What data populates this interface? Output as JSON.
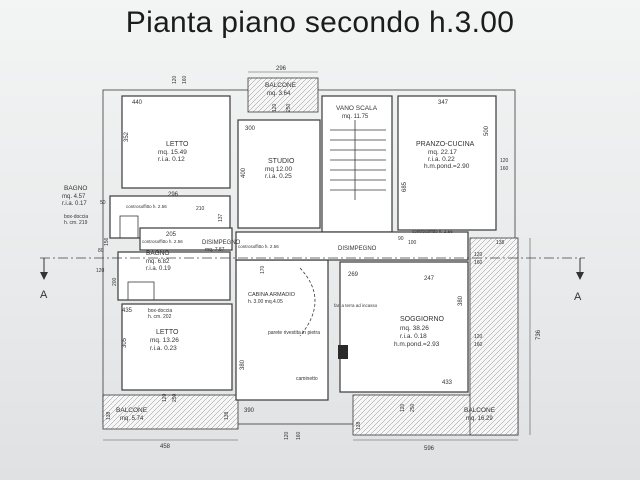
{
  "title": "Pianta piano secondo h.3.00",
  "section_marks": [
    "A",
    "A"
  ],
  "rooms": {
    "letto1": {
      "name": "LETTO",
      "area": "mq. 15.49",
      "ria": "r.i.a. 0.12"
    },
    "balcone_top": {
      "name": "BALCONE",
      "area": "mq. 3.64"
    },
    "studio": {
      "name": "STUDIO",
      "area": "mq 12.00",
      "ria": "r.i.a. 0.25"
    },
    "vano_scala": {
      "name": "VANO SCALA",
      "area": "mq. 11.75"
    },
    "pranzo": {
      "name": "PRANZO-CUCINA",
      "area": "mq. 22.17",
      "ria": "r.i.a. 0.22",
      "hm": "h.m.pond.=2.90"
    },
    "bagno1": {
      "name": "BAGNO",
      "area": "mq. 4.57",
      "ria": "r.i.a. 0.17",
      "box": "box-doccia",
      "box_h": "h. cm. 219"
    },
    "bagno2": {
      "name": "BAGNO",
      "area": "mq. 6.82",
      "ria": "r.i.a. 0.19",
      "box": "box-doccia",
      "box_h": "h. cm. 202"
    },
    "disimpegno1": {
      "name": "DISIMPEGNO",
      "area": "mq. 7.87"
    },
    "disimpegno2": {
      "name": "DISIMPEGNO"
    },
    "cabina": {
      "name": "CABINA ARMADIO",
      "area": "h. 3.00  mq.4.05"
    },
    "letto2": {
      "name": "LETTO",
      "area": "mq. 13.26",
      "ria": "r.i.a. 0.23"
    },
    "soggiorno": {
      "name": "SOGGIORNO",
      "area": "mq. 38.26",
      "ria": "r.i.a. 0.18",
      "hm": "h.m.pond.=2.93"
    },
    "balcone_bl": {
      "name": "BALCONE",
      "area": "mq. 5.74"
    },
    "balcone_br": {
      "name": "BALCONE",
      "area": "mq. 16.29"
    }
  },
  "notes": {
    "contro1": "controsoffitto h. 2.56",
    "contro2": "controsoffitto h. 2.56",
    "contro3": "controsoffitto h. 2.56",
    "contro4": "controsoffitto h. 2.56",
    "fari": "fari a terra ad incasso",
    "parete": "parete rivestita in pietra",
    "camino": "caminetto"
  },
  "dims": {
    "d296": "296",
    "d440": "440",
    "d347": "347",
    "d300": "300",
    "d352": "352",
    "d400": "400",
    "d500": "500",
    "d685": "685",
    "d296b": "296",
    "d205": "205",
    "d247": "247",
    "d269": "269",
    "d435": "435",
    "d305": "305",
    "d380": "380",
    "d380b": "380",
    "d433": "433",
    "d390": "390",
    "d458": "458",
    "d596": "596",
    "d736": "736",
    "d120a": "120",
    "d160a": "160",
    "d120b": "120",
    "d250a": "250",
    "d120c": "120",
    "d160b": "160",
    "d120d": "120",
    "d160c": "160",
    "d120e": "120",
    "d160d": "160",
    "d120f": "120",
    "d250b": "250",
    "d120g": "120",
    "d250c": "250",
    "d120h": "120",
    "d160e": "160",
    "d80": "80",
    "d120i": "120",
    "d200": "200",
    "d50": "50",
    "d138a": "138",
    "d138b": "138",
    "d138c": "138",
    "d138d": "138",
    "d156": "156",
    "d137": "137",
    "d210": "210",
    "d100": "100",
    "d90": "90",
    "d170": "170"
  }
}
